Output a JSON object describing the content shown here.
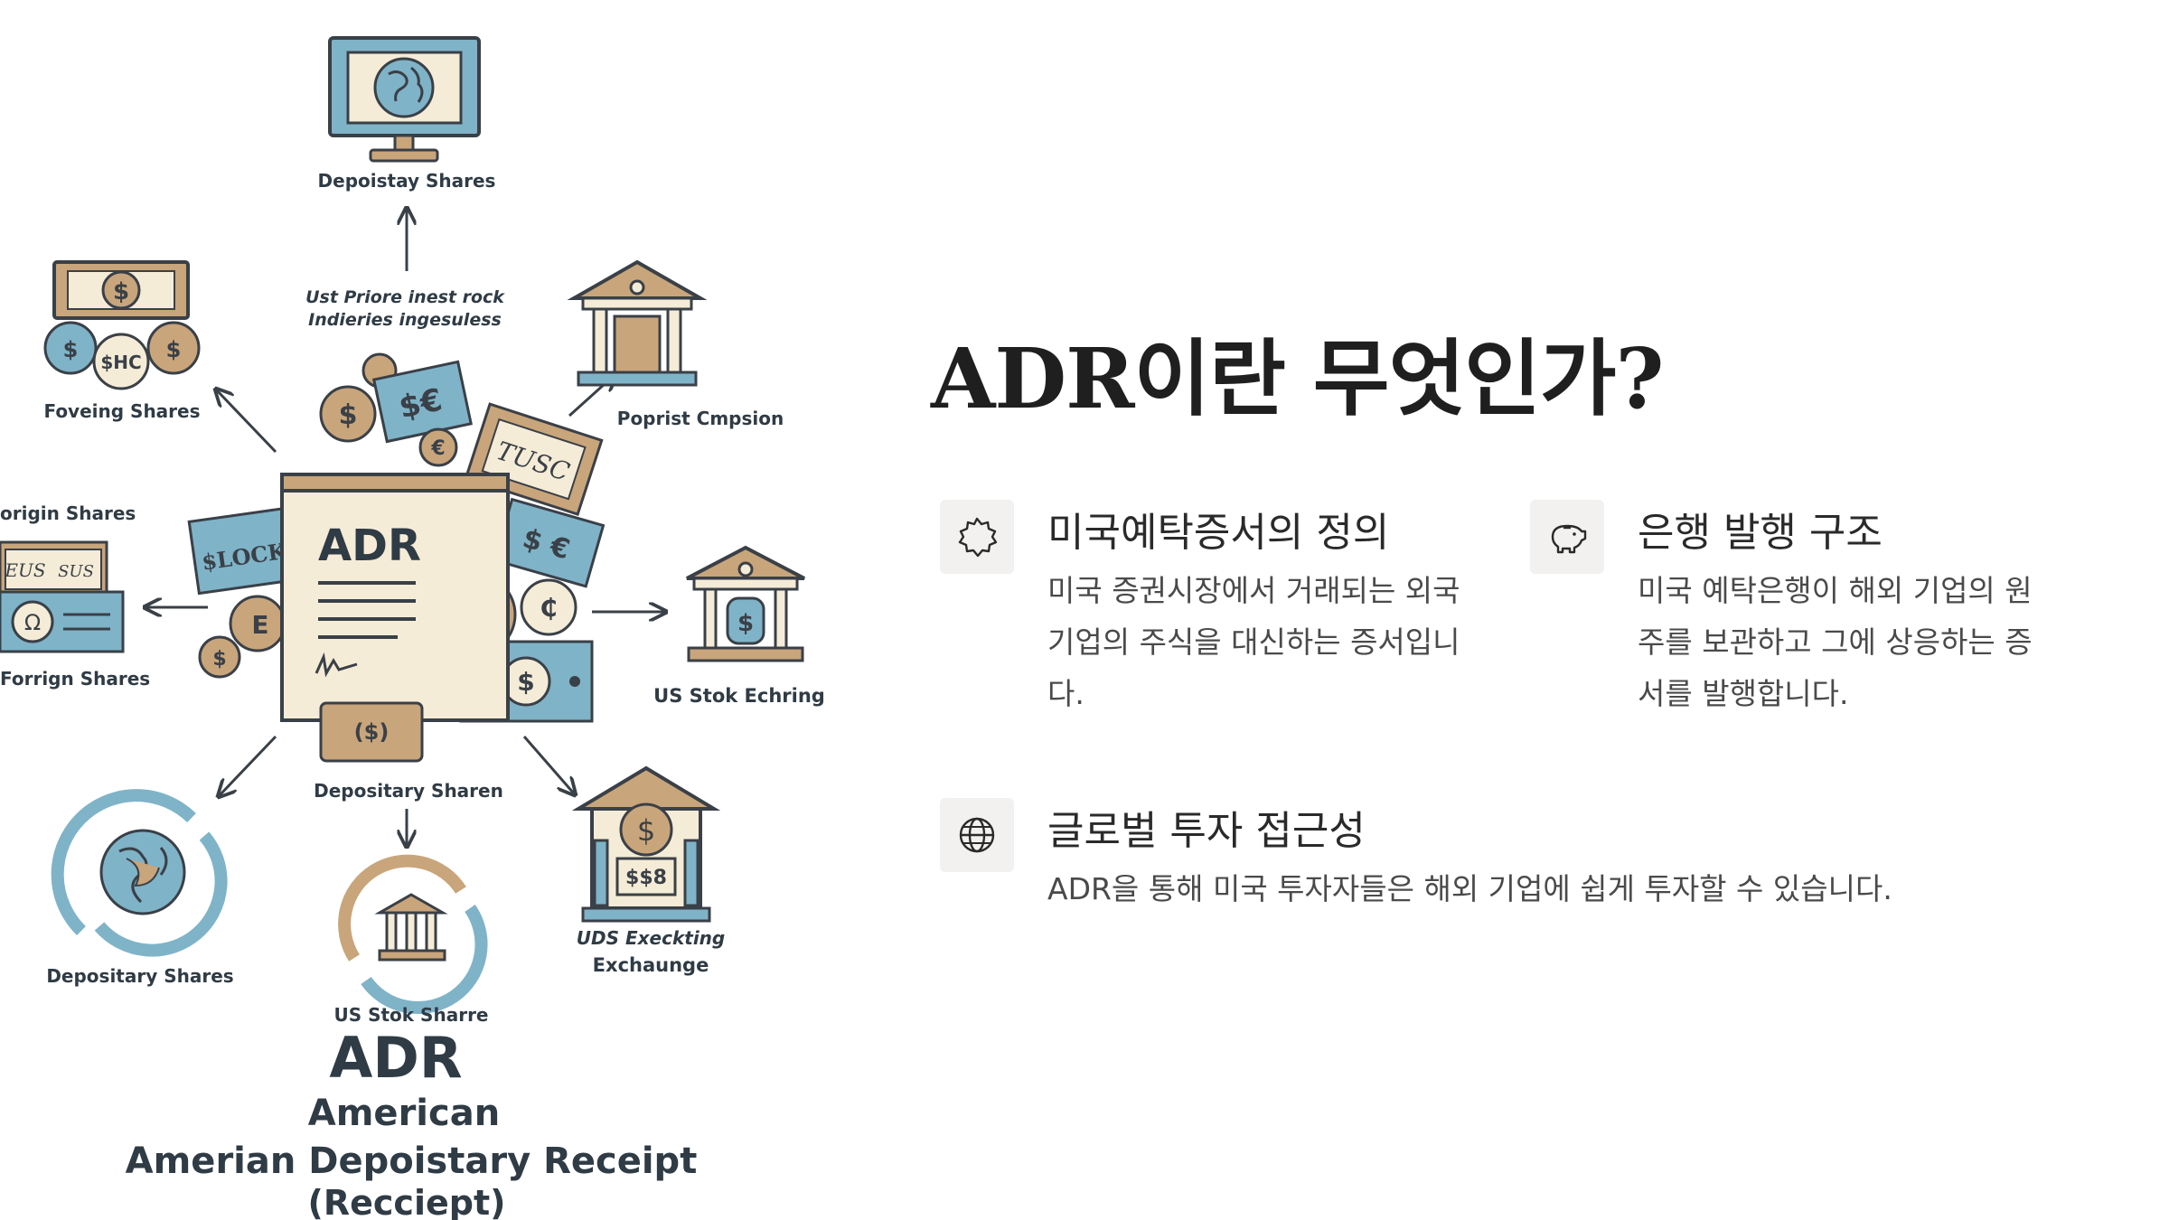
{
  "illustration": {
    "labels": {
      "depositary_top": "Depoistay Shares",
      "ust_line1": "Ust Priore inest rock",
      "ust_line2": "Indieries ingesuless",
      "foveing": "Foveing Shares",
      "poprist": "Poprist Cmpsion",
      "origin": "origin Shares",
      "forrign": "Forrign Shares",
      "us_stok_echring": "US Stok Echring",
      "depositary_sharen": "Depositary Sharen",
      "depositary_bottom": "Depositary Shares",
      "uds_line1": "UDS Execkting",
      "uds_line2": "Exchaunge",
      "us_stok_sharre": "US Stok Sharre",
      "doc_adr": "ADR",
      "big_adr": "ADR",
      "american": "American",
      "amerian_receipt": "Amerian Depoistary Receipt",
      "recciept": "(Recciept)"
    },
    "graphic_text": {
      "slock": "$LOCK",
      "eus": "EUS",
      "sus": "SUS",
      "shc": "$HC",
      "tusc": "TUSC",
      "vault_text": "$$8"
    }
  },
  "title": "ADR이란 무엇인가?",
  "features": [
    {
      "icon": "badge-icon",
      "title": "미국예탁증서의 정의",
      "lines": [
        "미국 증권시장에서 거래되는 외국",
        "기업의 주식을 대신하는 증서입니",
        "다."
      ]
    },
    {
      "icon": "piggy-bank-icon",
      "title": "은행 발행 구조",
      "lines": [
        "미국 예탁은행이 해외 기업의 원",
        "주를 보관하고 그에 상응하는 증",
        "서를 발행합니다."
      ]
    },
    {
      "icon": "globe-icon",
      "title": "글로벌 투자 접근성",
      "lines": [
        "ADR을 통해 미국 투자자들은 해외 기업에 쉽게 투자할 수 있습니다."
      ]
    }
  ],
  "colors": {
    "accent_blue": "#7fb3c8",
    "accent_tan": "#c9a57b",
    "outline": "#3a4047",
    "cream": "#f5ecd7"
  }
}
